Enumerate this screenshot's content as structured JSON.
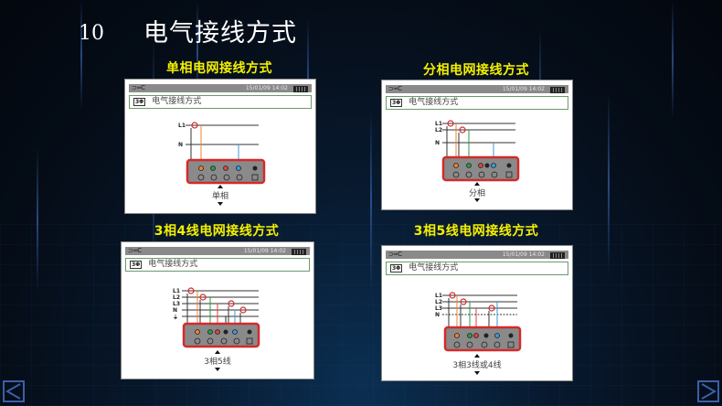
{
  "slide": {
    "number": "10",
    "title": "电气接线方式"
  },
  "panels": [
    {
      "caption": "单相电网接线方式",
      "statusbar": {
        "tool_icon": "⊃═C",
        "datetime": "15/01/09 14:02"
      },
      "menu": {
        "mode_icon": "3Φ",
        "label": "电气接线方式"
      },
      "wires": [
        "L1",
        "N"
      ],
      "mode_label": "单相"
    },
    {
      "caption": "分相电网接线方式",
      "statusbar": {
        "tool_icon": "⊃═C",
        "datetime": "15/01/09 14:02"
      },
      "menu": {
        "mode_icon": "3Φ",
        "label": "电气接线方式"
      },
      "wires": [
        "L1",
        "L2",
        "N"
      ],
      "mode_label": "分相"
    },
    {
      "caption": "3相4线电网接线方式",
      "statusbar": {
        "tool_icon": "⊃═C",
        "datetime": "15/01/09 14:02"
      },
      "menu": {
        "mode_icon": "3Φ",
        "label": "电气接线方式"
      },
      "wires": [
        "L1",
        "L2",
        "L3",
        "N",
        "⏚"
      ],
      "mode_label": "3相5线"
    },
    {
      "caption": "3相5线电网接线方式",
      "statusbar": {
        "tool_icon": "⊃═C",
        "datetime": "15/01/09 14:02"
      },
      "menu": {
        "mode_icon": "3Φ",
        "label": "电气接线方式"
      },
      "wires": [
        "L1",
        "L2",
        "L3",
        "N"
      ],
      "mode_label": "3相3线或4线"
    }
  ],
  "navigation": {
    "prev_icon": "triangle-left",
    "next_icon": "triangle-right"
  },
  "colors": {
    "caption": "#f4f000",
    "terminal_border": "#d42a2a",
    "terminal_body": "#8a8a8a",
    "wire_orange": "#f08030",
    "wire_green": "#2a9a4a",
    "wire_red": "#e04040",
    "wire_blue": "#3a9ad8",
    "nav_button": "#3d5fa8"
  }
}
